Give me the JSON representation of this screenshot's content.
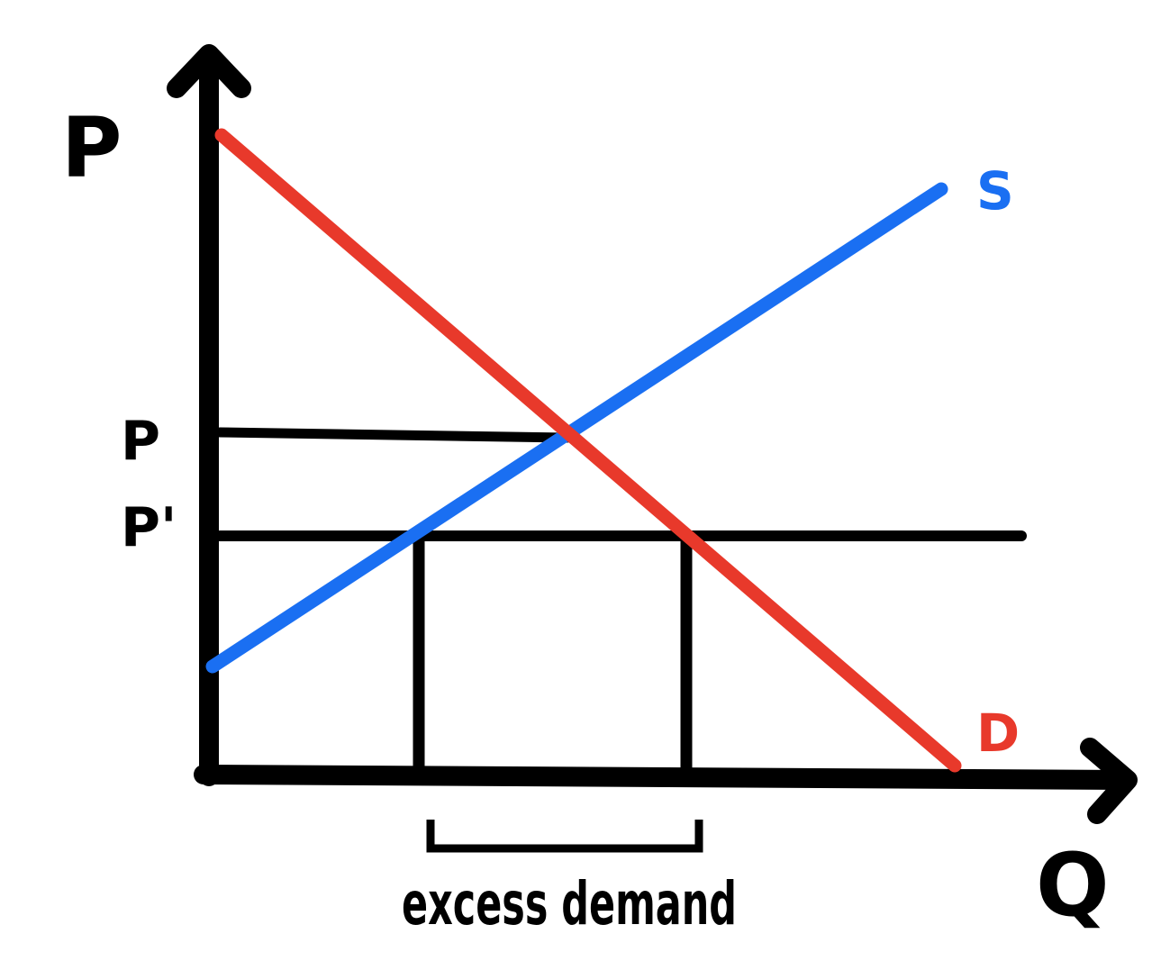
{
  "axes": {
    "y_label": "P",
    "x_label": "Q"
  },
  "price_labels": {
    "equilibrium": "P",
    "ceiling": "P'"
  },
  "curves": {
    "supply": {
      "label": "S",
      "color": "#1a6ff2"
    },
    "demand": {
      "label": "D",
      "color": "#e8392b"
    }
  },
  "colors": {
    "ink": "#000000"
  },
  "annotation": {
    "excess_demand": "excess demand"
  }
}
